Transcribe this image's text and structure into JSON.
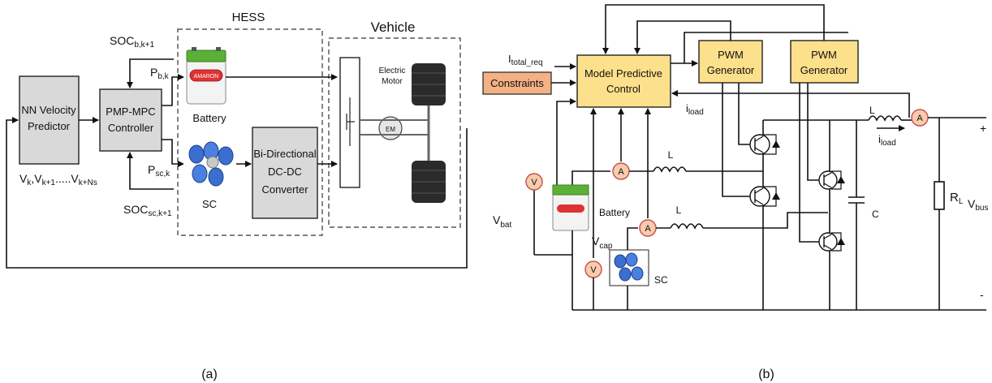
{
  "figure_a": {
    "caption": "(a)",
    "hess_label": "HESS",
    "vehicle_label": "Vehicle",
    "nn_block": [
      "NN Velocity",
      "Predictor"
    ],
    "pmp_block": [
      "PMP-MPC",
      "Controller"
    ],
    "converter_block": [
      "Bi-Directional",
      "DC-DC",
      "Converter"
    ],
    "battery_label": "Battery",
    "sc_label": "SC",
    "motor_label": [
      "Electric",
      "Motor"
    ],
    "em_label": "EM",
    "battery_logo": "AMARON",
    "soc_b": {
      "main": "SOC",
      "sub": "b,k+1"
    },
    "p_b": {
      "main": "P",
      "sub": "b,k"
    },
    "p_sc": {
      "main": "P",
      "sub": "sc,k"
    },
    "soc_sc": {
      "main": "SOC",
      "sub": "sc,k+1"
    },
    "v_seq": {
      "v1": "V",
      "s1": "k",
      "v2": ",V",
      "s2": "k+1",
      "mid": ".....V",
      "s3": "k+Ns"
    }
  },
  "figure_b": {
    "caption": "(b)",
    "mpc_block": [
      "Model Predictive",
      "Control"
    ],
    "pwm1": [
      "PWM",
      "Generator"
    ],
    "pwm2": [
      "PWM",
      "Generator"
    ],
    "constraints": "Constraints",
    "i_total": {
      "main": "I",
      "sub": "total_req"
    },
    "i_load_top": {
      "main": "i",
      "sub": "load"
    },
    "i_load_bus": {
      "main": "i",
      "sub": "load"
    },
    "inductor_labels": [
      "L",
      "L",
      "L"
    ],
    "capacitor_label": "C",
    "resistor": {
      "main": "R",
      "sub": "L"
    },
    "v_bus": {
      "main": "V",
      "sub": "bus"
    },
    "v_bat": {
      "main": "V",
      "sub": "bat"
    },
    "v_cap": {
      "main": "V",
      "sub": "cap"
    },
    "battery_label": "Battery",
    "sc_label": "SC",
    "plus": "+",
    "minus": "-",
    "ammeter": "A",
    "voltmeter": "V"
  }
}
